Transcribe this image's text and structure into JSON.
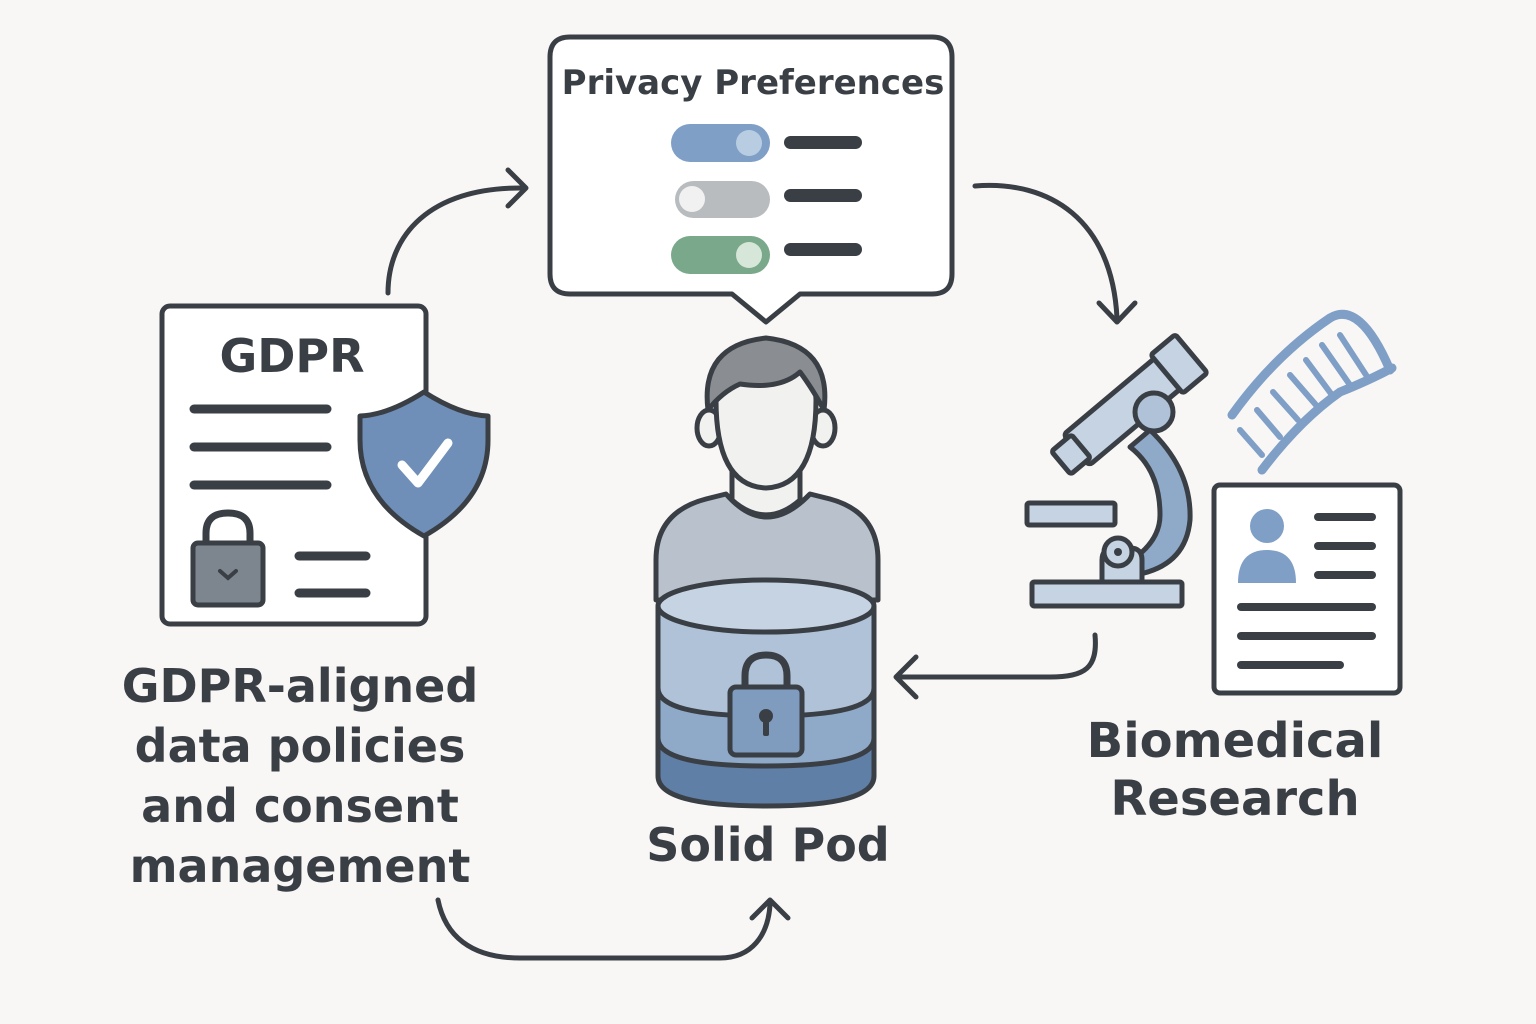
{
  "preferences_card": {
    "title": "Privacy Preferences",
    "toggles": [
      {
        "state": "on",
        "color": "#7f9fc6"
      },
      {
        "state": "off",
        "color": "#b9bcbf"
      },
      {
        "state": "on",
        "color": "#7aa88a"
      }
    ]
  },
  "gdpr_document": {
    "title": "GDPR",
    "caption_lines": [
      "GDPR-aligned",
      "data policies",
      "and consent",
      "management"
    ]
  },
  "solid_pod": {
    "label": "Solid Pod"
  },
  "research": {
    "label_lines": [
      "Biomedical",
      "Research"
    ]
  },
  "colors": {
    "outline": "#3a3f45",
    "accent_blue": "#6f8fb8",
    "light_blue": "#c5d3e3",
    "mid_blue": "#8fa9c8",
    "dark_blue": "#5f7fa6",
    "shirt": "#b8c1cc",
    "hair": "#8a8e93",
    "skin": "#f1f1ef",
    "background": "#f8f7f5"
  }
}
